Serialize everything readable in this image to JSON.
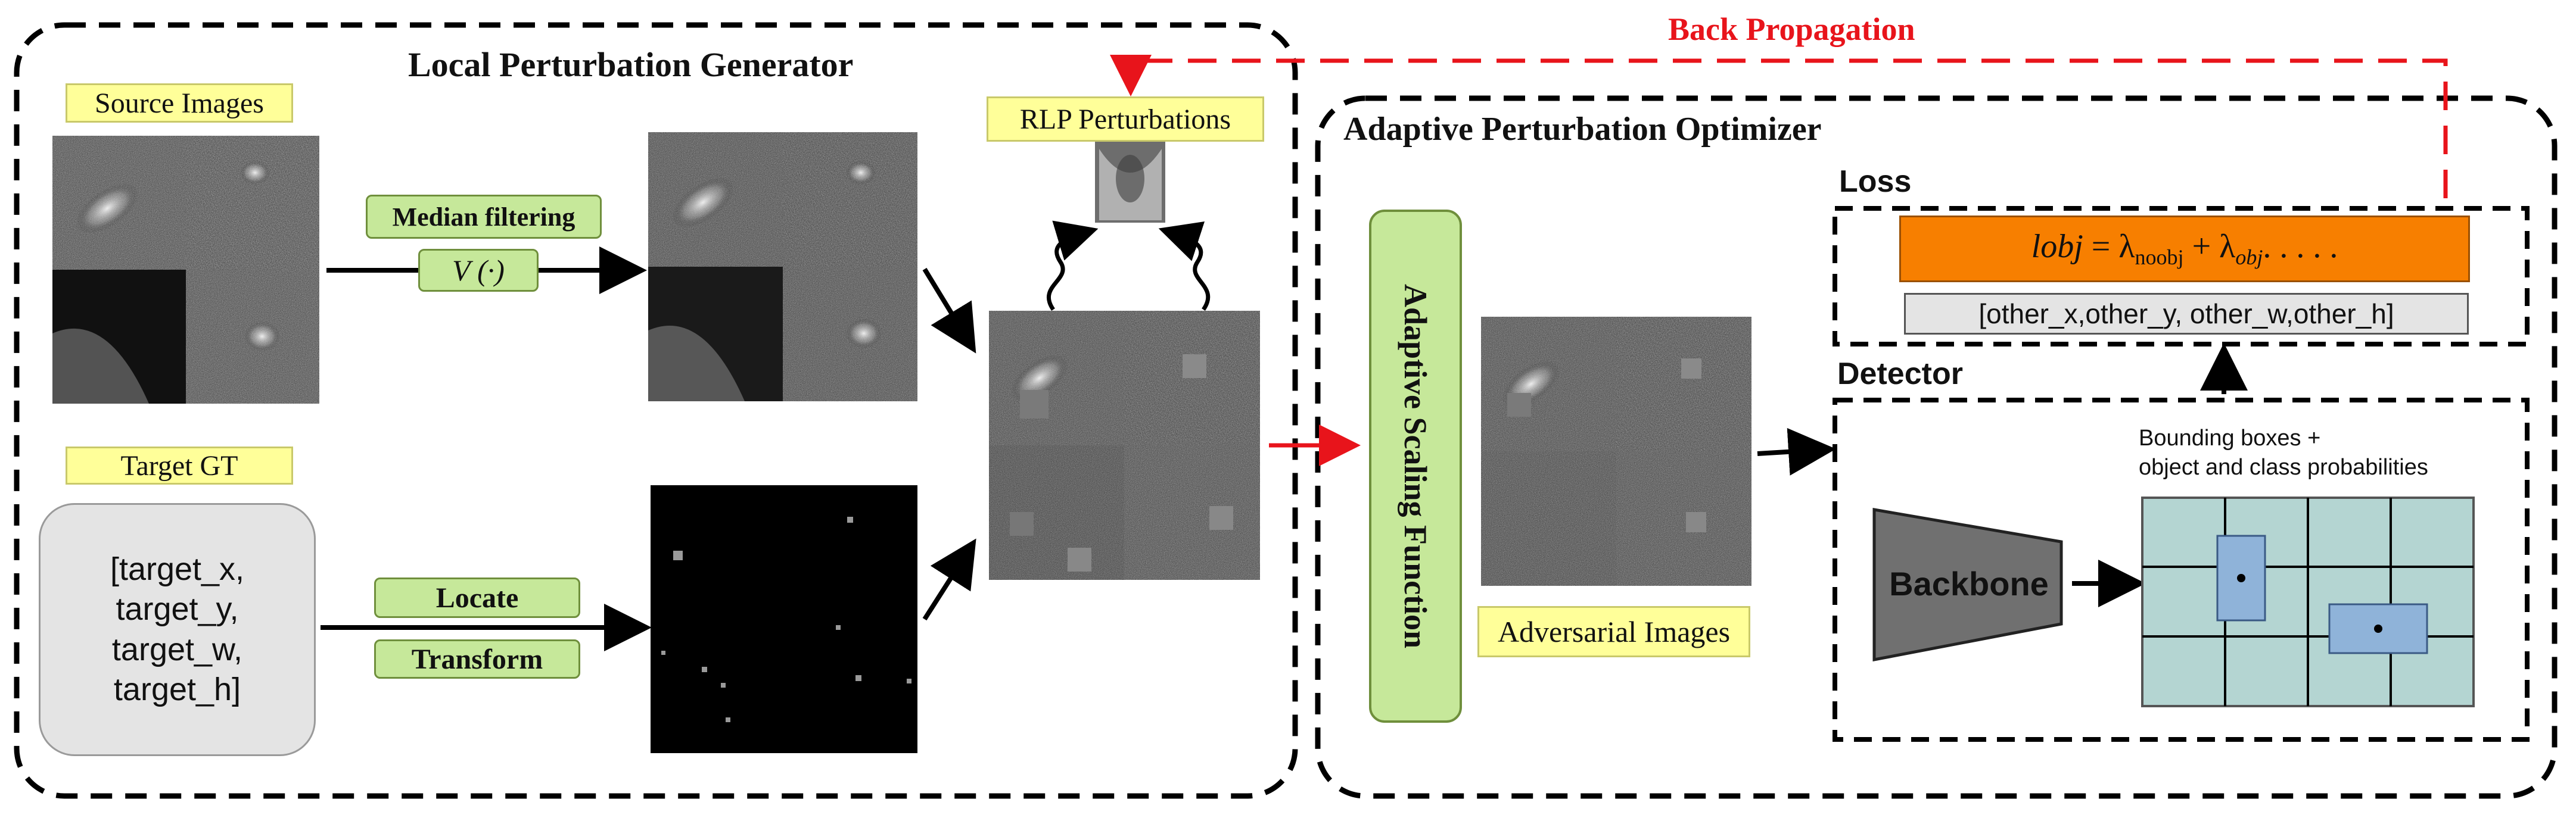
{
  "back_propagation": {
    "label": "Back Propagation",
    "color": "#e8141b"
  },
  "local_generator": {
    "title": "Local Perturbation Generator",
    "source_images_label": "Source Images",
    "median_filter_label": "Median filtering",
    "median_filter_formula": "V (·)",
    "target_gt_label": "Target GT",
    "target_gt_fields": [
      "[target_x,",
      "target_y,",
      "target_w,",
      "target_h]"
    ],
    "locate_label": "Locate",
    "transform_label": "Transform",
    "rlp_label": "RLP Perturbations"
  },
  "optimizer": {
    "title": "Adaptive Perturbation Optimizer",
    "scaling_function_label": "Adaptive Scaling Function",
    "adversarial_label": "Adversarial Images",
    "loss_title": "Loss",
    "loss_formula": "lobj = λnoobj + λobj.....",
    "loss_formula_parts": {
      "lhs": "lobj",
      "lambda_noobj": "λ",
      "noobj_sub": "noobj",
      "lambda_obj": "λ",
      "obj_sub": "obj",
      "tail": ". . . . ."
    },
    "loss_vector": "[other_x,other_y, other_w,other_h]",
    "detector_title": "Detector",
    "backbone_label": "Backbone",
    "bbox_caption_line1": "Bounding boxes +",
    "bbox_caption_line2": "object and class probabilities"
  },
  "colors": {
    "loss_bar": "#f77f00",
    "grid_fill": "#b4d5d2",
    "box_fill": "#8fb3d9",
    "backbone": "#707070",
    "scaling_fill": "#c6e89a",
    "yellow": "#ffff99",
    "gt_box": "#e4e4e4"
  }
}
